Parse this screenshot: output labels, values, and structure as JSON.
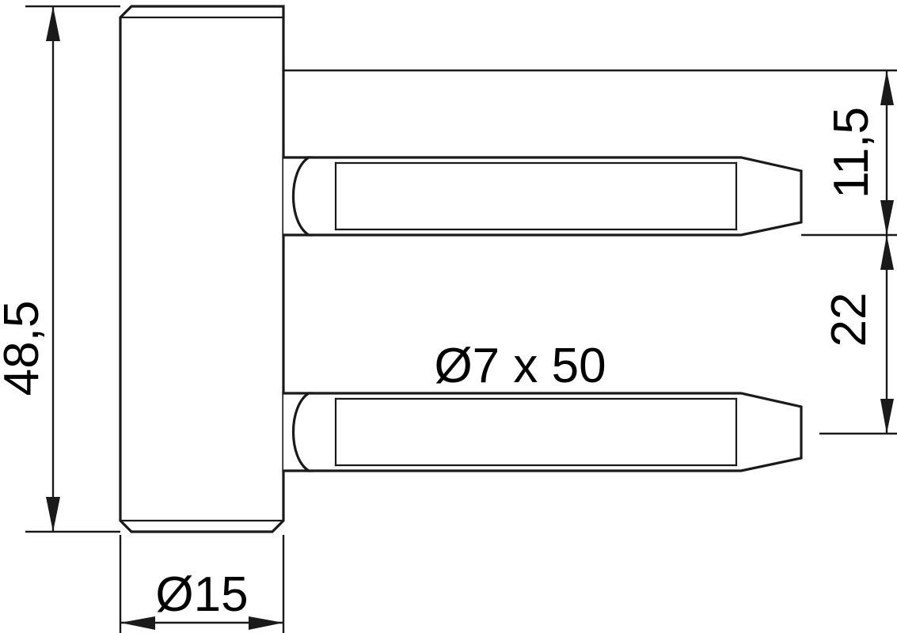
{
  "drawing": {
    "title": "Door hinge pin technical drawing",
    "stroke_color": "#1a1a1a",
    "text_color": "#000000",
    "background_color": "#ffffff",
    "dimensions": {
      "overall_height": "48,5",
      "pin_spec": "Ø7 x 50",
      "body_diameter": "Ø15",
      "upper_offset": "11,5",
      "lower_offset": "22"
    },
    "labels": {
      "height_label": "48,5",
      "pin_label": "Ø7 x 50",
      "diameter_label": "Ø15",
      "offset_upper_label": "11,5",
      "offset_lower_label": "22"
    },
    "parts": {
      "body_name": "hinge-barrel",
      "upper_pin_name": "upper-pin",
      "lower_pin_name": "lower-pin"
    }
  }
}
